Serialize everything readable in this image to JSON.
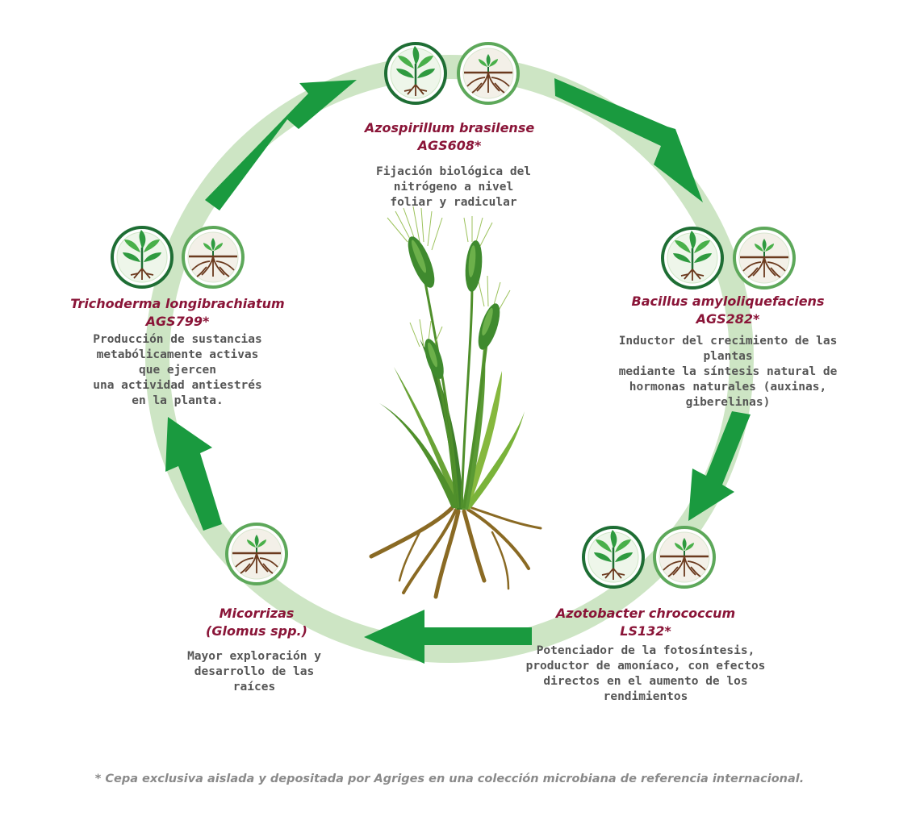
{
  "stages": [
    {
      "id": "azospirillum",
      "name": "Azospirillum brasilense",
      "code": "AGS608*",
      "description": [
        "Fijación biológica del",
        "nitrógeno a nivel",
        "foliar y radicular"
      ],
      "icons": [
        "leaf-plant-icon",
        "root-plant-icon"
      ]
    },
    {
      "id": "bacillus",
      "name": "Bacillus amyloliquefaciens",
      "code": "AGS282*",
      "description": [
        "Inductor del crecimiento de las",
        "plantas",
        "mediante la síntesis natural de",
        "hormonas naturales (auxinas,",
        "giberelinas)"
      ],
      "icons": [
        "leaf-plant-icon",
        "root-plant-icon"
      ]
    },
    {
      "id": "azotobacter",
      "name": "Azotobacter chrococcum",
      "code": "LS132*",
      "description": [
        "Potenciador de la fotosíntesis,",
        "productor de amoníaco, con efectos",
        "directos en el aumento de los",
        "rendimientos"
      ],
      "icons": [
        "leaf-plant-icon",
        "root-plant-icon"
      ]
    },
    {
      "id": "micorrizas",
      "name": "Micorrizas",
      "code": "(Glomus spp.)",
      "description": [
        "Mayor exploración y",
        "desarrollo de las",
        "raíces"
      ],
      "icons": [
        "root-plant-icon"
      ]
    },
    {
      "id": "trichoderma",
      "name": "Trichoderma longibrachiatum",
      "code": "AGS799*",
      "description": [
        "Producción de sustancias",
        "metabólicamente activas",
        "que ejercen",
        "una actividad antiestrés",
        "en la planta."
      ],
      "icons": [
        "leaf-plant-icon",
        "root-plant-icon"
      ]
    }
  ],
  "footnote": "* Cepa exclusiva aislada y depositada por Agriges en una colección microbiana de referencia internacional.",
  "colors": {
    "ring": "#cde5c4",
    "arrow": "#1a9a3f",
    "title": "#8a1538",
    "text": "#555555",
    "icon_dark": "#1e6e34",
    "icon_light": "#5da85a",
    "root": "#6b3a1e"
  }
}
